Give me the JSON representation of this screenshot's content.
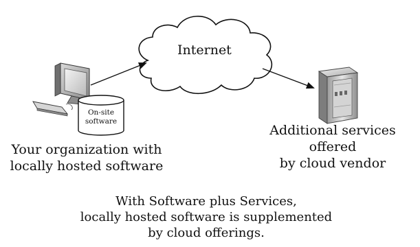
{
  "diagram": {
    "cloud_label": "Internet",
    "server_label_lines": [
      "Additional services offered",
      "by cloud vendor"
    ],
    "org_label_lines": [
      "Your organization with",
      "locally hosted software"
    ],
    "database_label_lines": [
      "On-site",
      "software"
    ],
    "caption_lines": [
      "With Software plus Services,",
      "locally hosted software is supplemented",
      "by cloud offerings."
    ]
  }
}
